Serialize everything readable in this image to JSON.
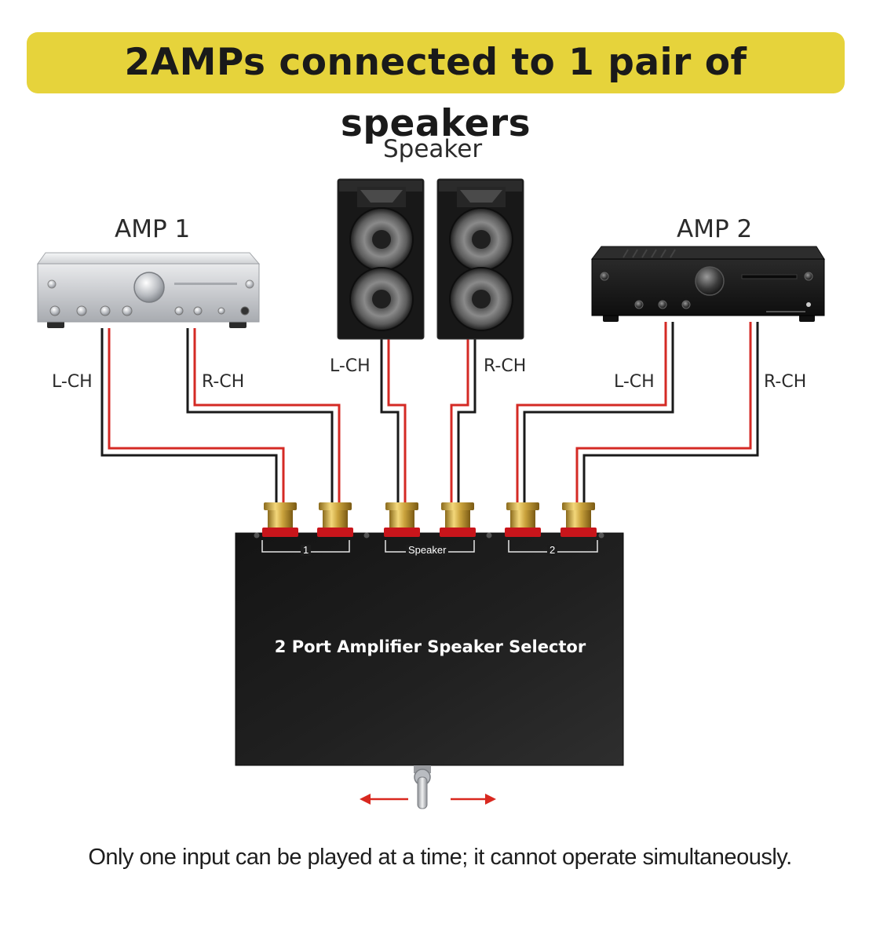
{
  "title": "2AMPs connected to 1 pair of speakers",
  "devices": {
    "amp1_label": "AMP 1",
    "amp2_label": "AMP 2",
    "speaker_label": "Speaker"
  },
  "channels": {
    "amp1_left": "L-CH",
    "amp1_right": "R-CH",
    "speaker_left": "L-CH",
    "speaker_right": "R-CH",
    "amp2_left": "L-CH",
    "amp2_right": "R-CH"
  },
  "selector": {
    "name": "2 Port Amplifier Speaker Selector",
    "port_1_label": "1",
    "port_speaker_label": "Speaker",
    "port_2_label": "2"
  },
  "footer_note": "Only one input can be played at a time; it cannot operate simultaneously.",
  "colors": {
    "banner": "#e6d33b",
    "wire_red": "#d42a24",
    "wire_black": "#1a1a1a",
    "arrow_red": "#d9281f"
  }
}
